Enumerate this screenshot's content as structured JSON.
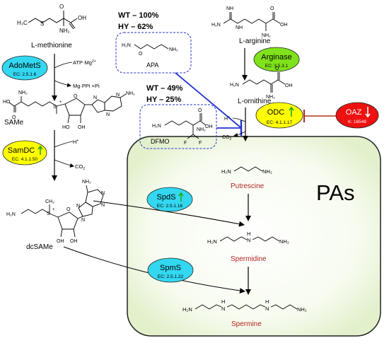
{
  "compounds": {
    "methionine": "L-methionine",
    "same": "SAMe",
    "dcsame": "dcSAMe",
    "arginine": "L-arginine",
    "ornithine": "L-ornithine",
    "apa": "APA",
    "dfmo": "DFMO",
    "putrescine": "Putrescine",
    "spermidine": "Spermidine",
    "spermine": "Spermine"
  },
  "enzymes": {
    "adomets": {
      "name": "AdoMetS",
      "ec": "EC: 2.5.1.6"
    },
    "samdc": {
      "name": "SamDC",
      "ec": "EC: 4.1.1.50"
    },
    "arginase": {
      "name": "Arginase",
      "ec": "EC: 3.5.3.1"
    },
    "odc": {
      "name": "ODC",
      "ec": "EC: 4.1.1.17"
    },
    "oaz": {
      "name": "OAZ",
      "ec": "K: 16548"
    },
    "spds": {
      "name": "SpdS",
      "ec": "EC: 2.5.1.16"
    },
    "spms": {
      "name": "SpmS",
      "ec": "EC: 2.5.1.22"
    }
  },
  "inhibitors": {
    "apa": {
      "wt": "WT – 100%",
      "hy": "HY – 62%"
    },
    "dfmo": {
      "wt": "WT – 49%",
      "hy": "HY – 25%"
    }
  },
  "reactions": {
    "atp": "ATP·Mg",
    "atp_sup": "2+",
    "mgppi": "Mg·PPi +Pi",
    "h_plus_1": "H",
    "h_plus_2": "H",
    "co2_1": "CO",
    "co2_2": "CO",
    "co2_sub": "2"
  },
  "polyamines_label": "PAs",
  "colors": {
    "enzyme_cyan": "#33d7f0",
    "enzyme_yellow": "#ffff00",
    "enzyme_green": "#7fe21a",
    "enzyme_red": "#ee1111",
    "compound_red": "#b22222",
    "inhibitor_blue": "#2233cc",
    "inhibit_red": "#b03020",
    "pas_panel": "#f3f9e8",
    "up_arrow": "#22aa22"
  },
  "icons": [
    "up-arrow-icon",
    "down-arrow-icon"
  ]
}
